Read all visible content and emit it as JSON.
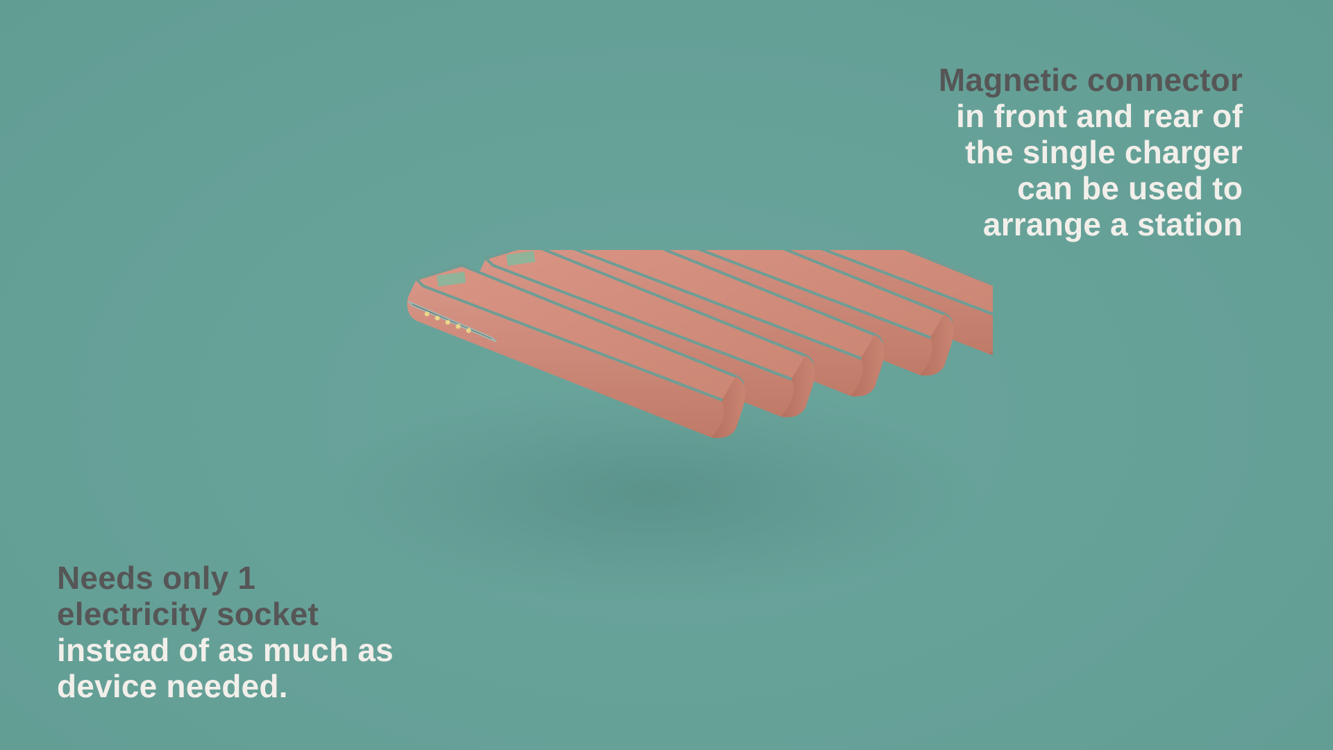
{
  "slide": {
    "background_color": "#68a39a",
    "text_dark_color": "#565656",
    "text_light_color": "#f2efea",
    "product_color": "#cf8b78"
  },
  "callout_right": {
    "lines": [
      {
        "text": "Magnetic connector",
        "tone": "dark"
      },
      {
        "text": "in front and rear of",
        "tone": "light"
      },
      {
        "text": "the single charger",
        "tone": "light"
      },
      {
        "text": "can be used to",
        "tone": "light"
      },
      {
        "text": "arrange a station",
        "tone": "light"
      }
    ]
  },
  "callout_left": {
    "lines": [
      {
        "text": "Needs only 1",
        "tone": "dark"
      },
      {
        "text": "electricity socket",
        "tone": "dark"
      },
      {
        "text": "instead of as much as",
        "tone": "light"
      },
      {
        "text": "device needed.",
        "tone": "light"
      }
    ]
  },
  "product": {
    "module_count": 5,
    "icon": "modular-charger-station-render"
  }
}
